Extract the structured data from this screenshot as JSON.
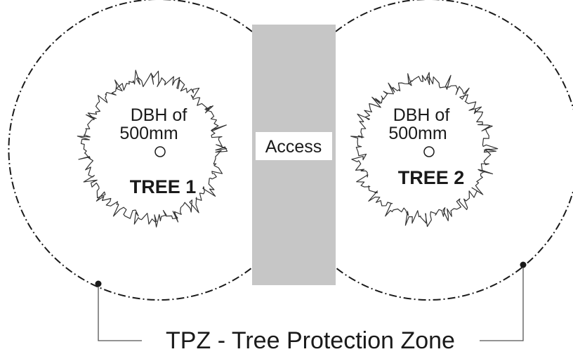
{
  "diagram": {
    "access_label": "Access",
    "legend_label": "TPZ - Tree Protection Zone",
    "trees": [
      {
        "dbh_line1": "DBH of",
        "dbh_line2": "500mm",
        "name": "TREE 1"
      },
      {
        "dbh_line1": "DBH of",
        "dbh_line2": "500mm",
        "name": "TREE 2"
      }
    ],
    "colors": {
      "ink": "#1a1a1a",
      "access_fill": "#c6c6c6",
      "background": "#ffffff"
    }
  }
}
